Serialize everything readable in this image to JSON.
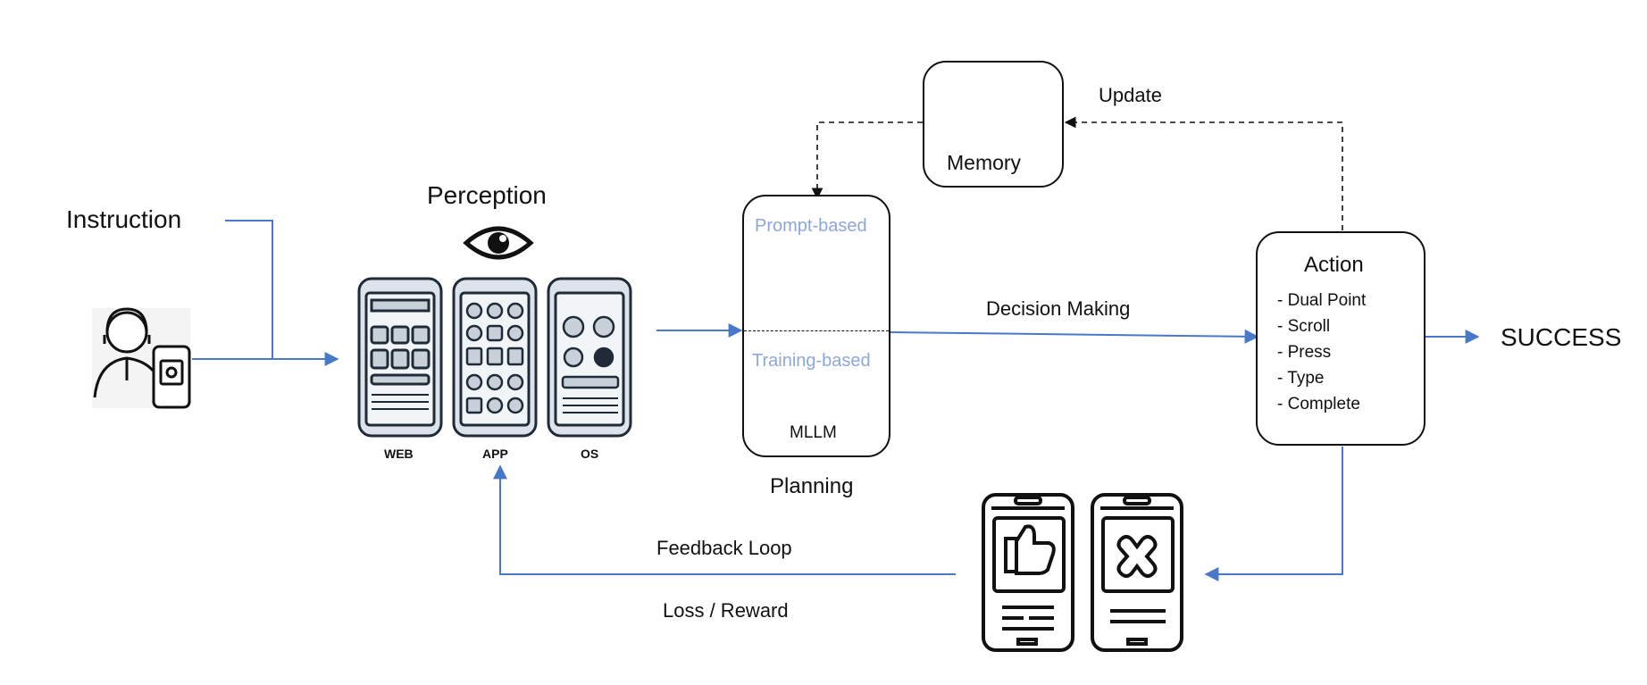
{
  "instruction": "Instruction",
  "perception": {
    "title": "Perception",
    "phones": [
      "WEB",
      "APP",
      "OS"
    ]
  },
  "planning": {
    "title": "Planning",
    "prompt_based": "Prompt-based",
    "training_based": "Training-based",
    "model": "MLLM"
  },
  "memory": {
    "label": "Memory",
    "update": "Update"
  },
  "decision": "Decision Making",
  "action": {
    "title": "Action",
    "items": [
      "- Dual Point",
      "- Scroll",
      "- Press",
      "- Type",
      "- Complete"
    ]
  },
  "success": "SUCCESS",
  "feedback": {
    "loop": "Feedback Loop",
    "reward": "Loss / Reward"
  },
  "colors": {
    "arrow": "#4a78c8",
    "muted_label": "#8ea7d8",
    "line": "#111111"
  }
}
